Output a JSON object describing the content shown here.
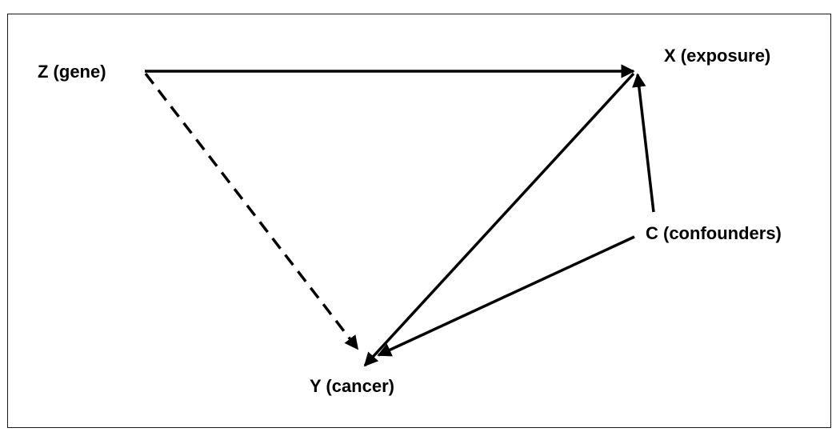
{
  "diagram": {
    "nodes": {
      "z": {
        "label": "Z (gene)"
      },
      "x": {
        "label": "X (exposure)"
      },
      "c": {
        "label": "C (confounders)"
      },
      "y": {
        "label": "Y (cancer)"
      }
    },
    "edges": [
      {
        "id": "z-to-x",
        "from": "z",
        "to": "x",
        "style": "solid"
      },
      {
        "id": "z-to-y",
        "from": "z",
        "to": "y",
        "style": "dashed"
      },
      {
        "id": "x-to-y",
        "from": "x",
        "to": "y",
        "style": "solid"
      },
      {
        "id": "c-to-x",
        "from": "c",
        "to": "x",
        "style": "solid"
      },
      {
        "id": "c-to-y",
        "from": "c",
        "to": "y",
        "style": "solid"
      }
    ],
    "colors": {
      "line": "#000000",
      "frame": "#1a1a1a",
      "background": "#ffffff"
    }
  }
}
